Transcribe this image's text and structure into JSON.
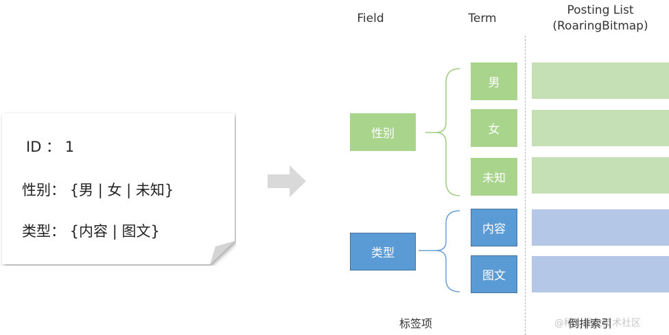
{
  "document": {
    "id_line": "ID  ： 1",
    "gender_line": "性别：  {男 | 女 | 未知}",
    "type_line": "类型：  {内容 | 图文}"
  },
  "headers": {
    "field": "Field",
    "term": "Term",
    "posting_list": "Posting List",
    "posting_list_sub": "(RoaringBitmap)"
  },
  "fields": {
    "gender": "性别",
    "type": "类型"
  },
  "terms": {
    "gender": [
      "男",
      "女",
      "未知"
    ],
    "type": [
      "内容",
      "图文"
    ]
  },
  "footer": {
    "tag_label": "标签项",
    "index_label": "倒排索引",
    "watermark": "@稀土掘金技术社区"
  },
  "colors": {
    "green_box": "#a9d48c",
    "green_bar": "#c5e0b4",
    "blue_box": "#5b9bd5",
    "blue_bar": "#b4c7e7"
  }
}
